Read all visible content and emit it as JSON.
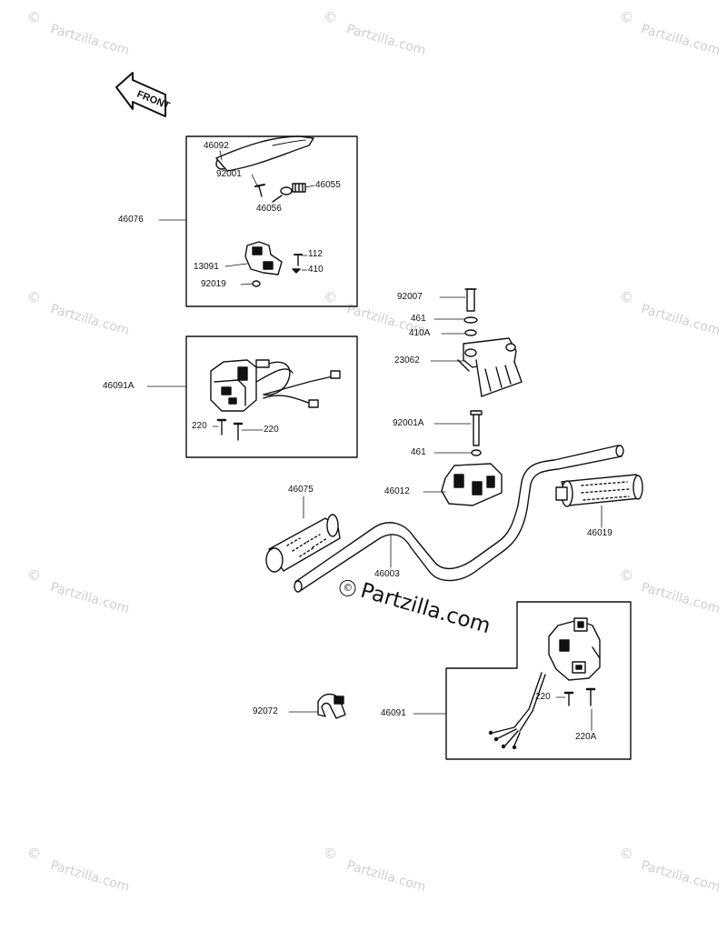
{
  "watermark": {
    "symbol": "©",
    "text": "Partzilla.com",
    "main_text": "Partzilla.com"
  },
  "front_badge": "FRONT",
  "parts": [
    "46092",
    "92001",
    "46055",
    "46056",
    "46076",
    "112",
    "13091",
    "410",
    "92019",
    "92007",
    "461",
    "410A",
    "23062",
    "46091A",
    "220",
    "220",
    "92001A",
    "461",
    "46012",
    "46075",
    "46019",
    "46003",
    "220",
    "92072",
    "46091",
    "220A"
  ],
  "colors": {
    "ink": "#111111",
    "watermark": "#cfcfcf",
    "background": "#ffffff"
  }
}
